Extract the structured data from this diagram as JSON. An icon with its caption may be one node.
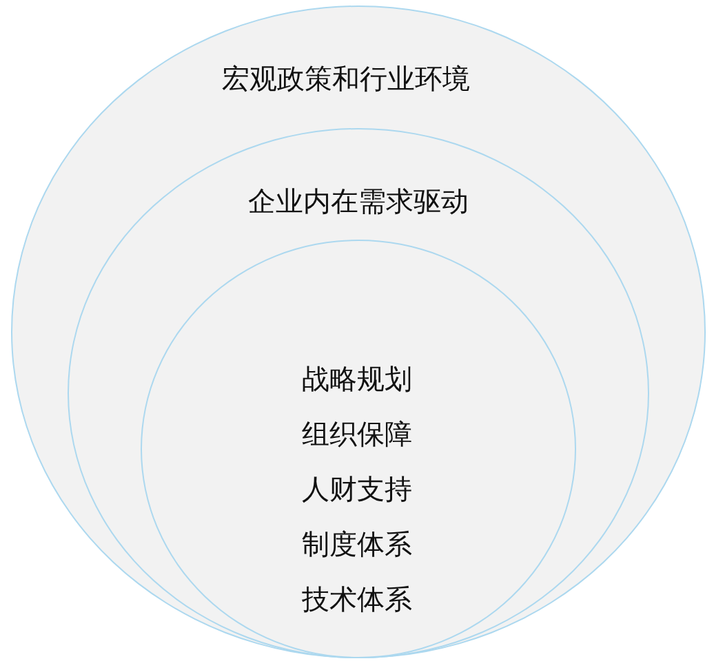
{
  "diagram": {
    "nodes": [
      {
        "text": [
          "宏观政策和行业环境"
        ]
      },
      {
        "text": [
          "企业内在需求驱动"
        ],
        "in": 0
      },
      {
        "text": [
          "战略规划",
          "组织保障",
          "人财支持",
          "制度体系",
          "技术体系"
        ],
        "in": 1
      }
    ]
  }
}
